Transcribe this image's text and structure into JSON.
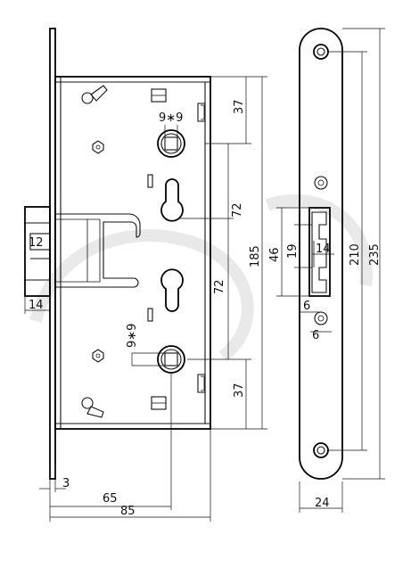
{
  "dimensions": {
    "strike_width": "3",
    "backset": "65",
    "case_width": "85",
    "bolt_height": "12",
    "bolt_throw": "14",
    "follower_top": "37",
    "follower_bottom": "37",
    "square_top": "9∗9",
    "square_bottom": "9∗9",
    "cyl_spacing_top": "72",
    "cyl_spacing_bottom": "72",
    "case_height": "185",
    "faceplate_width": "24",
    "screw_pitch": "210",
    "faceplate_height": "235",
    "latch_height": "46",
    "latch_inner": "19",
    "latch_depth": "14",
    "offset_a": "6",
    "offset_b": "6"
  }
}
